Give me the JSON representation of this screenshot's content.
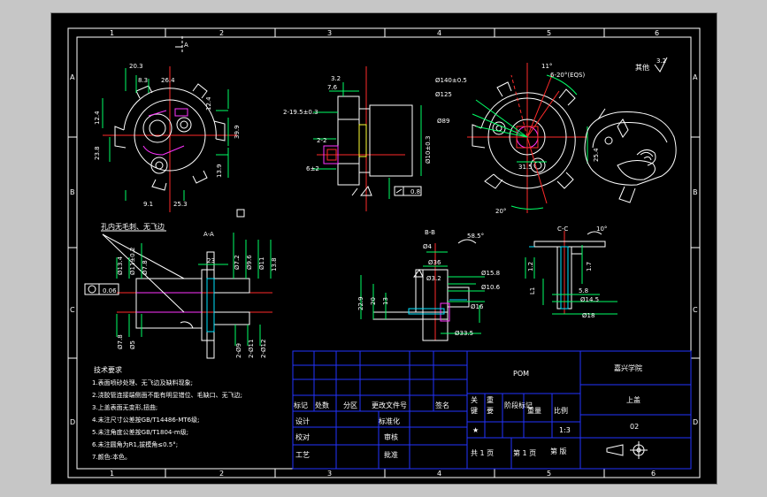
{
  "zones": {
    "cols": [
      "1",
      "2",
      "3",
      "4",
      "5",
      "6"
    ],
    "rows": [
      "A",
      "B",
      "C",
      "D"
    ]
  },
  "views": {
    "section_aa": "A-A",
    "section_bb": "B-B",
    "section_cc": "C-C",
    "view_a_mark": "A",
    "other_label": "其他",
    "roughness": "3.2"
  },
  "note_hole": "孔内无毛刺、无飞边",
  "dims": {
    "d1": "20.3",
    "d2": "8.3",
    "d3": "26.4",
    "d4": "12.4",
    "d5": "12.4",
    "d6": "23.8",
    "d7": "39.9",
    "d8": "13.9",
    "d9": "9.1",
    "d10": "25.3",
    "d11": "2-19.5±0.3",
    "d12": "3.2",
    "d13": "7.6",
    "d14": "2-2",
    "d15": "6±2",
    "d16": "Ø10±0.3",
    "d17": "0.8",
    "d18": "Ø140±0.5",
    "d19": "Ø125",
    "d20": "Ø89",
    "d21": "11°",
    "d22": "6-20°(EQS)",
    "d23": "31.5",
    "d24": "20°",
    "d25": "25.4",
    "d26": "23",
    "d27": "Ø7.2",
    "d28": "Ø9.6",
    "d29": "Ø11",
    "d30": "13.8",
    "d31": "Ø13.4",
    "d32": "0.06",
    "d33": "Ø11±0.2",
    "d34": "Ø7.8",
    "d35": "Ø5",
    "d36": "2-Ø9",
    "d37": "2-Ø11",
    "d38": "2-Ø12",
    "d39": "Ø4",
    "d40": "58.5°",
    "d41": "Ø36",
    "d42": "Ø15.8",
    "d43": "Ø3.2",
    "d44": "Ø10.6",
    "d45": "22.9",
    "d46": "20",
    "d47": "13",
    "d48": "Ø16",
    "d49": "Ø33.5",
    "d50": "10°",
    "d51": "1.2",
    "d52": "1.7",
    "d53": "5.8",
    "d54": "Ø14.5",
    "d55": "Ø18"
  },
  "tech_req": {
    "title": "技术要求",
    "items": [
      "1.表面喷砂处理、无飞边及缺料现象;",
      "2.浇胶管连接端侧面不能有明显错位、毛缺口、无飞边;",
      "3.上盖表面无变形,扭曲;",
      "4.未注尺寸公差按GB/T14486-MT6级;",
      "5.未注角度公差按GB/T1804-m级;",
      "6.未注圆角为R1,拔模角≤0.5°;",
      "7.颜色:本色。"
    ]
  },
  "title_block": {
    "material": "POM",
    "school": "嘉兴学院",
    "part_name": "上盖",
    "drawing_no": "02",
    "scale": "1:3",
    "h_mark": "标记",
    "h_count": "处数",
    "h_zone": "分区",
    "h_docno": "更改文件号",
    "h_sign": "签名",
    "h_stage": "阶段标记",
    "h_weight": "重量",
    "h_ratio": "比例",
    "h_design": "设计",
    "h_std": "标准化",
    "h_check": "校对",
    "h_review": "审核",
    "h_process": "工艺",
    "h_approve": "批准",
    "h_total": "共 1 页",
    "h_sheet": "第 1 页",
    "h_ver": "第  版",
    "h_misc1": "关",
    "h_misc2": "键",
    "h_misc3": "重",
    "h_misc4": "要",
    "star": "★"
  }
}
